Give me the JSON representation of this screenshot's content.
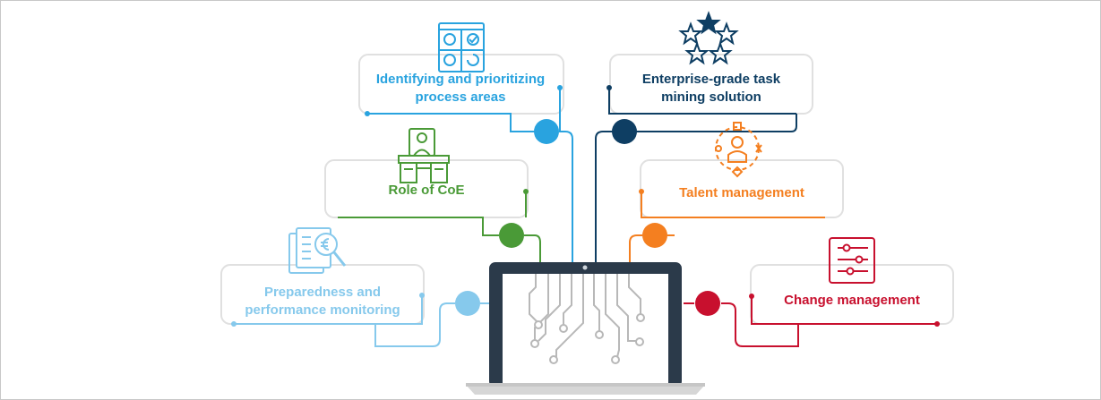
{
  "items": [
    {
      "id": "identifying",
      "label": "Identifying and prioritizing process areas",
      "color": "#29a3df",
      "icon": "checklist-board-icon"
    },
    {
      "id": "enterprise",
      "label": "Enterprise-grade task mining solution",
      "color": "#0e3e63",
      "icon": "stars-icon"
    },
    {
      "id": "coe",
      "label": "Role of CoE",
      "color": "#4a9a37",
      "icon": "presenter-desk-icon"
    },
    {
      "id": "talent",
      "label": "Talent management",
      "color": "#f47f20",
      "icon": "talent-target-icon"
    },
    {
      "id": "preparedness",
      "label": "Preparedness and performance monitoring",
      "color": "#86c9ec",
      "icon": "document-magnifier-icon"
    },
    {
      "id": "change",
      "label": "Change management",
      "color": "#c8102e",
      "icon": "sliders-icon"
    }
  ],
  "colors": {
    "box_border": "#e0e0e0",
    "laptop": "#2b3a4a",
    "circuit": "#b8b8b8",
    "base": "#d6d6d6"
  }
}
